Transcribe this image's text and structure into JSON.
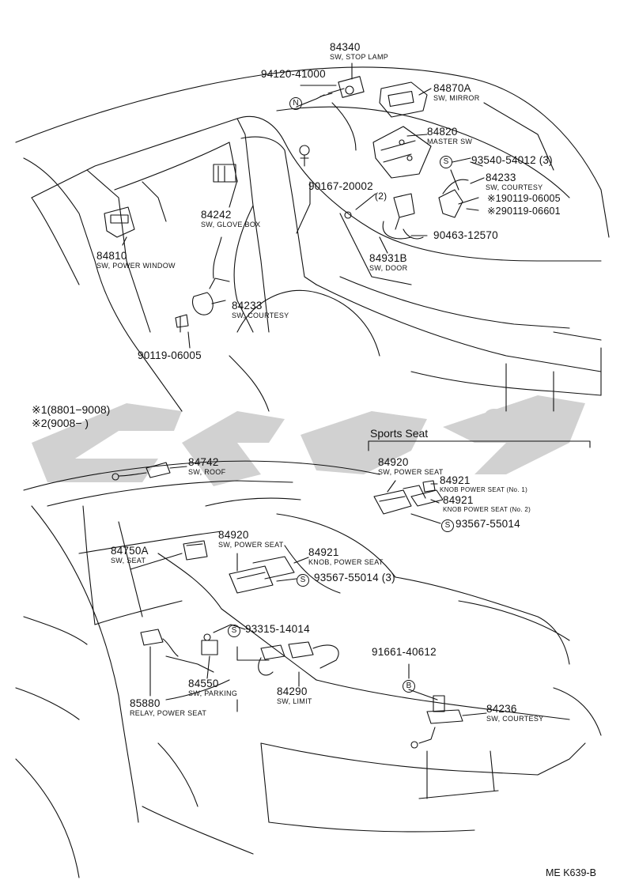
{
  "symbols": {
    "n": "N",
    "s": "S",
    "b": "B"
  },
  "upper": {
    "p84340": {
      "pn": "84340",
      "desc": "SW, STOP LAMP"
    },
    "p94120": {
      "pn": "94120-41000"
    },
    "p84870A": {
      "pn": "84870A",
      "desc": "SW, MIRROR"
    },
    "p84820": {
      "pn": "84820",
      "desc": "MASTER SW"
    },
    "p93540": {
      "pn": "93540-54012 (3)"
    },
    "p84233a": {
      "pn": "84233",
      "desc": "SW, COURTESY"
    },
    "p90119a": {
      "pn": "※190119-06005"
    },
    "p90119b": {
      "pn": "※290119-06601"
    },
    "p90167": {
      "pn": "90167-20002",
      "qty": "(2)"
    },
    "p90463": {
      "pn": "90463-12570"
    },
    "p84931B": {
      "pn": "84931B",
      "desc": "SW, DOOR"
    },
    "p84242": {
      "pn": "84242",
      "desc": "SW, GLOVE BOX"
    },
    "p84810": {
      "pn": "84810",
      "desc": "SW, POWER WINDOW"
    },
    "p84233b": {
      "pn": "84233",
      "desc": "SW, COURTESY"
    },
    "p90119c": {
      "pn": "90119-06005"
    }
  },
  "notes": {
    "n1": "※1(8801−9008)",
    "n2": "※2(9008−         )"
  },
  "sports": {
    "title": "Sports Seat",
    "p84920": {
      "pn": "84920",
      "desc": "SW, POWER SEAT"
    },
    "p84921a": {
      "pn": "84921",
      "desc": "KNOB POWER SEAT (No. 1)"
    },
    "p84921b": {
      "pn": "84921",
      "desc": "KNOB POWER SEAT (No. 2)"
    },
    "p93567": {
      "pn": "93567-55014"
    }
  },
  "lower": {
    "p84742": {
      "pn": "84742",
      "desc": "SW, ROOF"
    },
    "p84750A": {
      "pn": "84750A",
      "desc": "SW, SEAT"
    },
    "p84920": {
      "pn": "84920",
      "desc": "SW, POWER SEAT"
    },
    "p84921": {
      "pn": "84921",
      "desc": "KNOB, POWER SEAT"
    },
    "p93567": {
      "pn": "93567-55014 (3)"
    },
    "p93315": {
      "pn": "93315-14014"
    },
    "p84550": {
      "pn": "84550",
      "desc": "SW, PARKING"
    },
    "p84290": {
      "pn": "84290",
      "desc": "SW, LIMIT"
    },
    "p85880": {
      "pn": "85880",
      "desc": "RELAY, POWER SEAT"
    },
    "p91661": {
      "pn": "91661-40612"
    },
    "p84236": {
      "pn": "84236",
      "desc": "SW, COURTESY"
    }
  },
  "footer": {
    "code": "ME K639-B"
  },
  "colors": {
    "ink": "#111111",
    "watermark": "#c9c9c9"
  }
}
